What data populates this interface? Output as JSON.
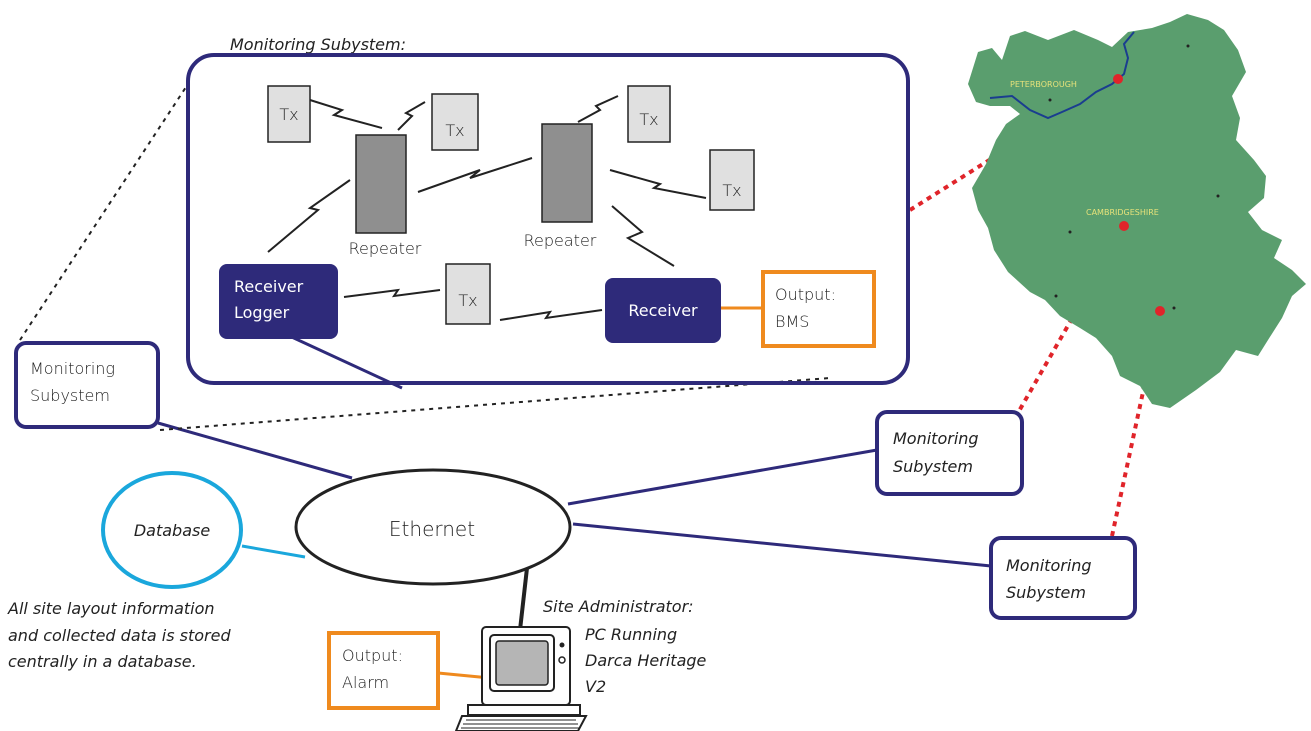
{
  "inset": {
    "title": "Monitoring Subystem:",
    "tx_label": "Tx",
    "repeater_label": "Repeater",
    "receiver_logger_line1": "Receiver",
    "receiver_logger_line2": "Logger",
    "receiver_label": "Receiver",
    "output_bms_line1": "Output:",
    "output_bms_line2": "BMS"
  },
  "subsystems": {
    "line1": "Monitoring",
    "line2": "Subystem"
  },
  "ethernet": "Ethernet",
  "database": {
    "label": "Database",
    "note_line1": "All site layout information",
    "note_line2": "and collected data is stored",
    "note_line3": "centrally in a database."
  },
  "admin": {
    "line1": "Site Administrator:",
    "line2": "PC Running",
    "line3": "Darca Heritage",
    "line4": "V2"
  },
  "output_alarm": {
    "line1": "Output:",
    "line2": "Alarm"
  },
  "map": {
    "label_north": "PETERBOROUGH",
    "label_mid": "CAMBRIDGESHIRE"
  },
  "colors": {
    "navy": "#2e2a7a",
    "orange": "#ef8a1e",
    "cyan": "#1aa7dc",
    "map_green": "#5a9e6e",
    "marker_red": "#e0242a"
  }
}
